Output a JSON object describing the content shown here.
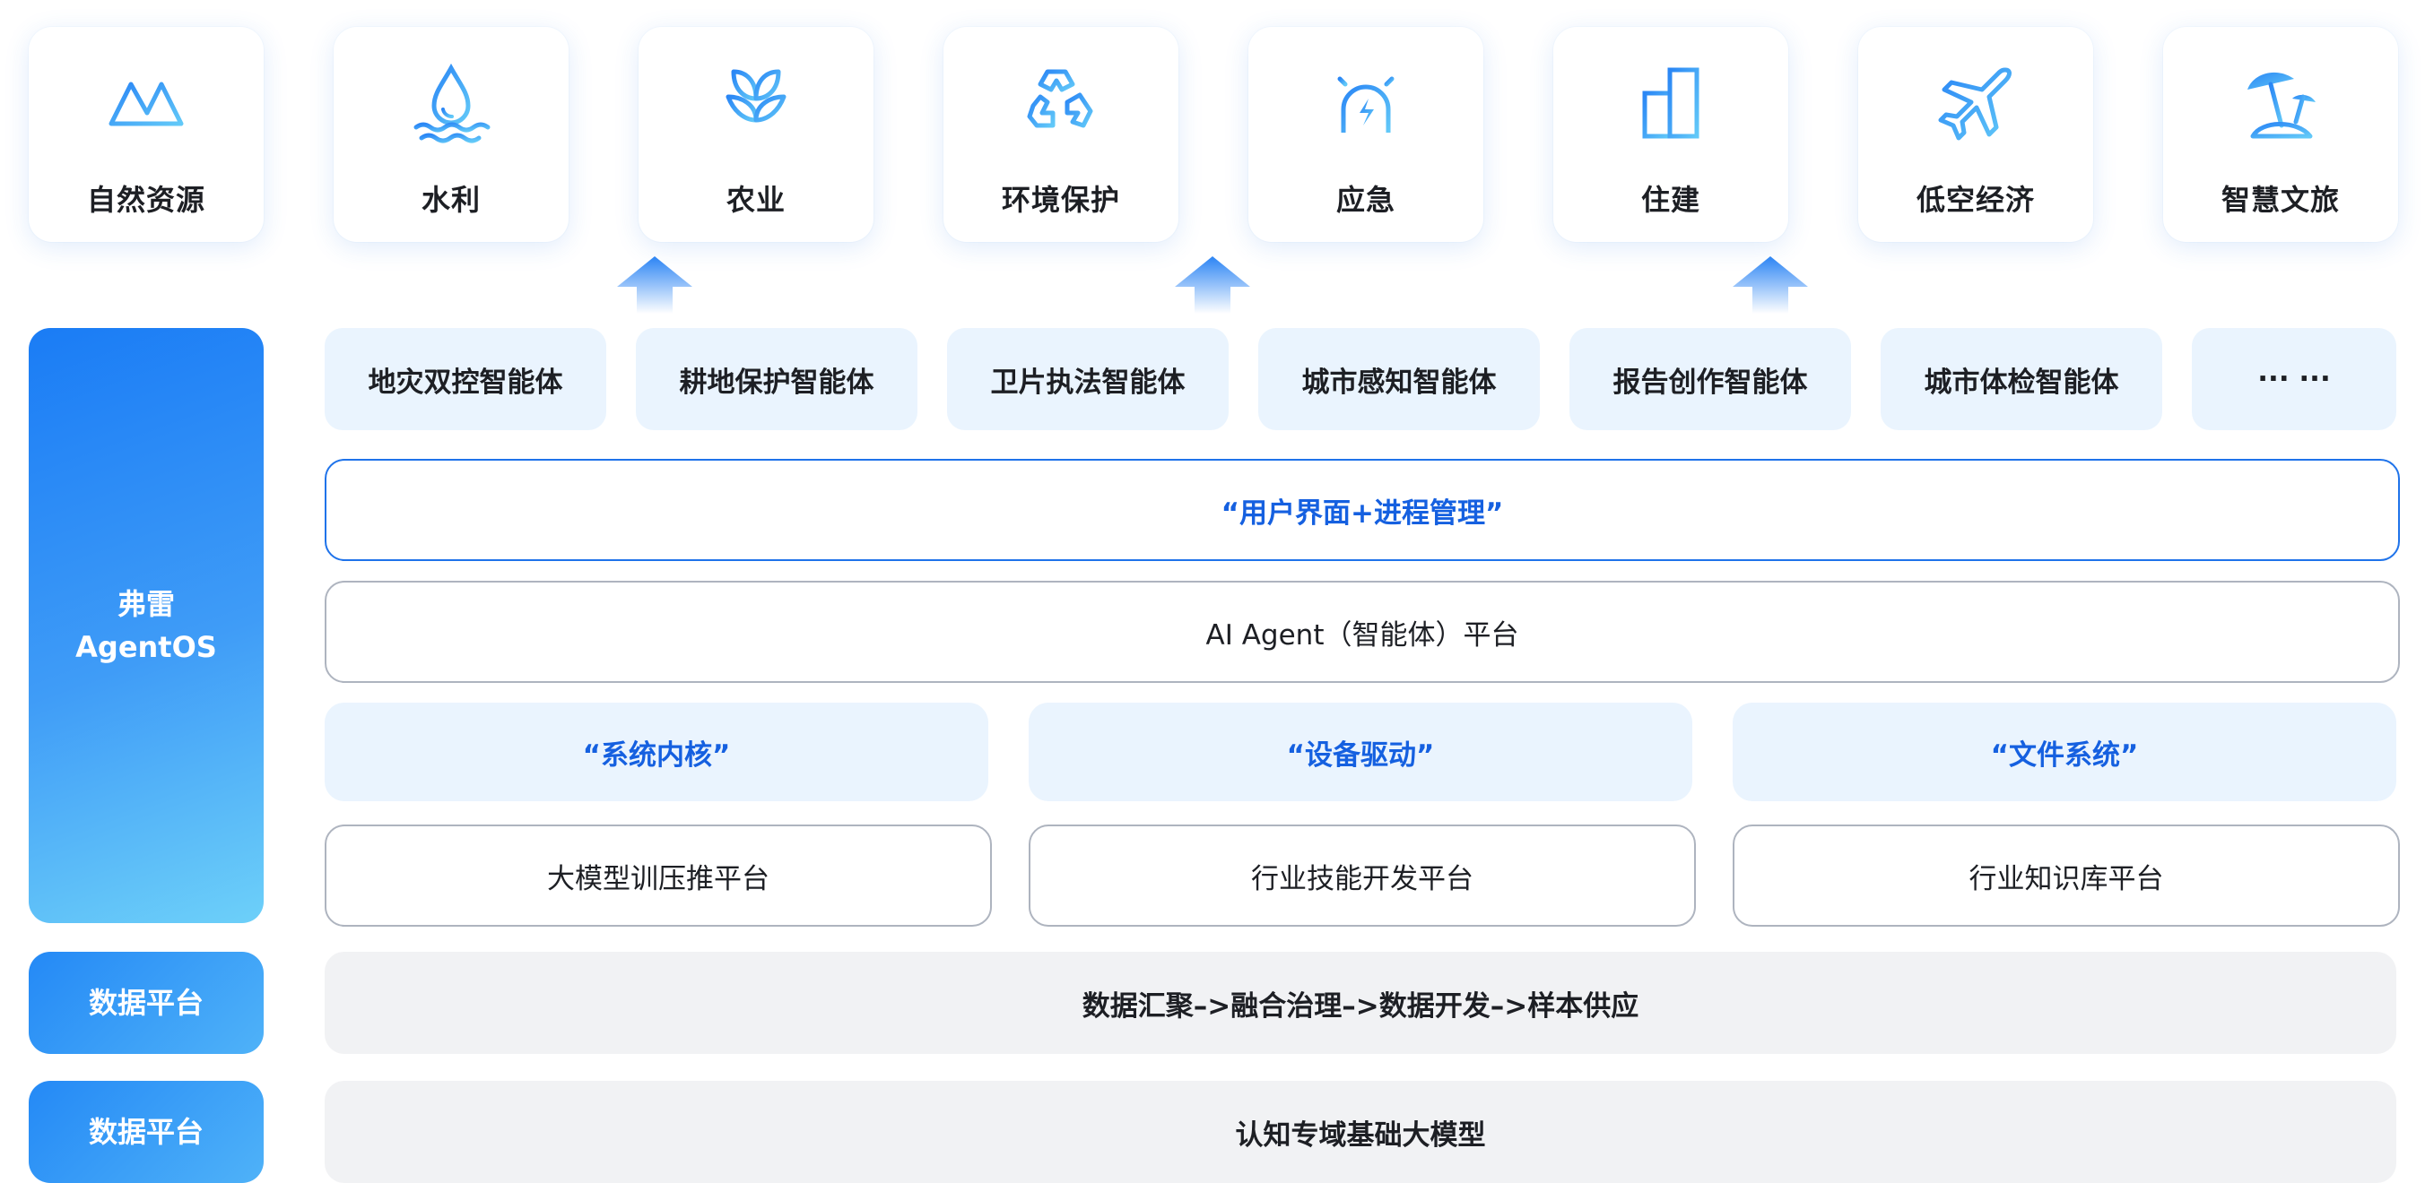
{
  "industries": [
    {
      "label": "自然资源",
      "icon": "mountains-icon"
    },
    {
      "label": "水利",
      "icon": "water-drop-icon"
    },
    {
      "label": "农业",
      "icon": "sprout-icon"
    },
    {
      "label": "环境保护",
      "icon": "recycle-icon"
    },
    {
      "label": "应急",
      "icon": "alarm-icon"
    },
    {
      "label": "住建",
      "icon": "building-icon"
    },
    {
      "label": "低空经济",
      "icon": "airplane-icon"
    },
    {
      "label": "智慧文旅",
      "icon": "beach-umbrella-icon"
    }
  ],
  "agents": [
    "地灾双控智能体",
    "耕地保护智能体",
    "卫片执法智能体",
    "城市感知智能体",
    "报告创作智能体",
    "城市体检智能体",
    "··· ···"
  ],
  "os": {
    "side_line1": "弗雷",
    "side_line2": "AgentOS",
    "ui_layer": "“用户界面+进程管理”",
    "platform": "AI Agent（智能体）平台",
    "kernels": [
      "“系统内核”",
      "“设备驱动”",
      "“文件系统”"
    ],
    "platforms": [
      "大模型训压推平台",
      "行业技能开发平台",
      "行业知识库平台"
    ]
  },
  "data_layer": {
    "side": "数据平台",
    "content": "数据汇聚–>融合治理–>数据开发–>样本供应"
  },
  "model_layer": {
    "side": "数据平台",
    "content": "认知专域基础大模型"
  },
  "colors": {
    "primary": "#1f73ea",
    "gradient_start": "#1a7cf5",
    "gradient_end": "#6dd0f9",
    "light_fill": "#eaf4fe",
    "grey_fill": "#f1f2f4"
  }
}
